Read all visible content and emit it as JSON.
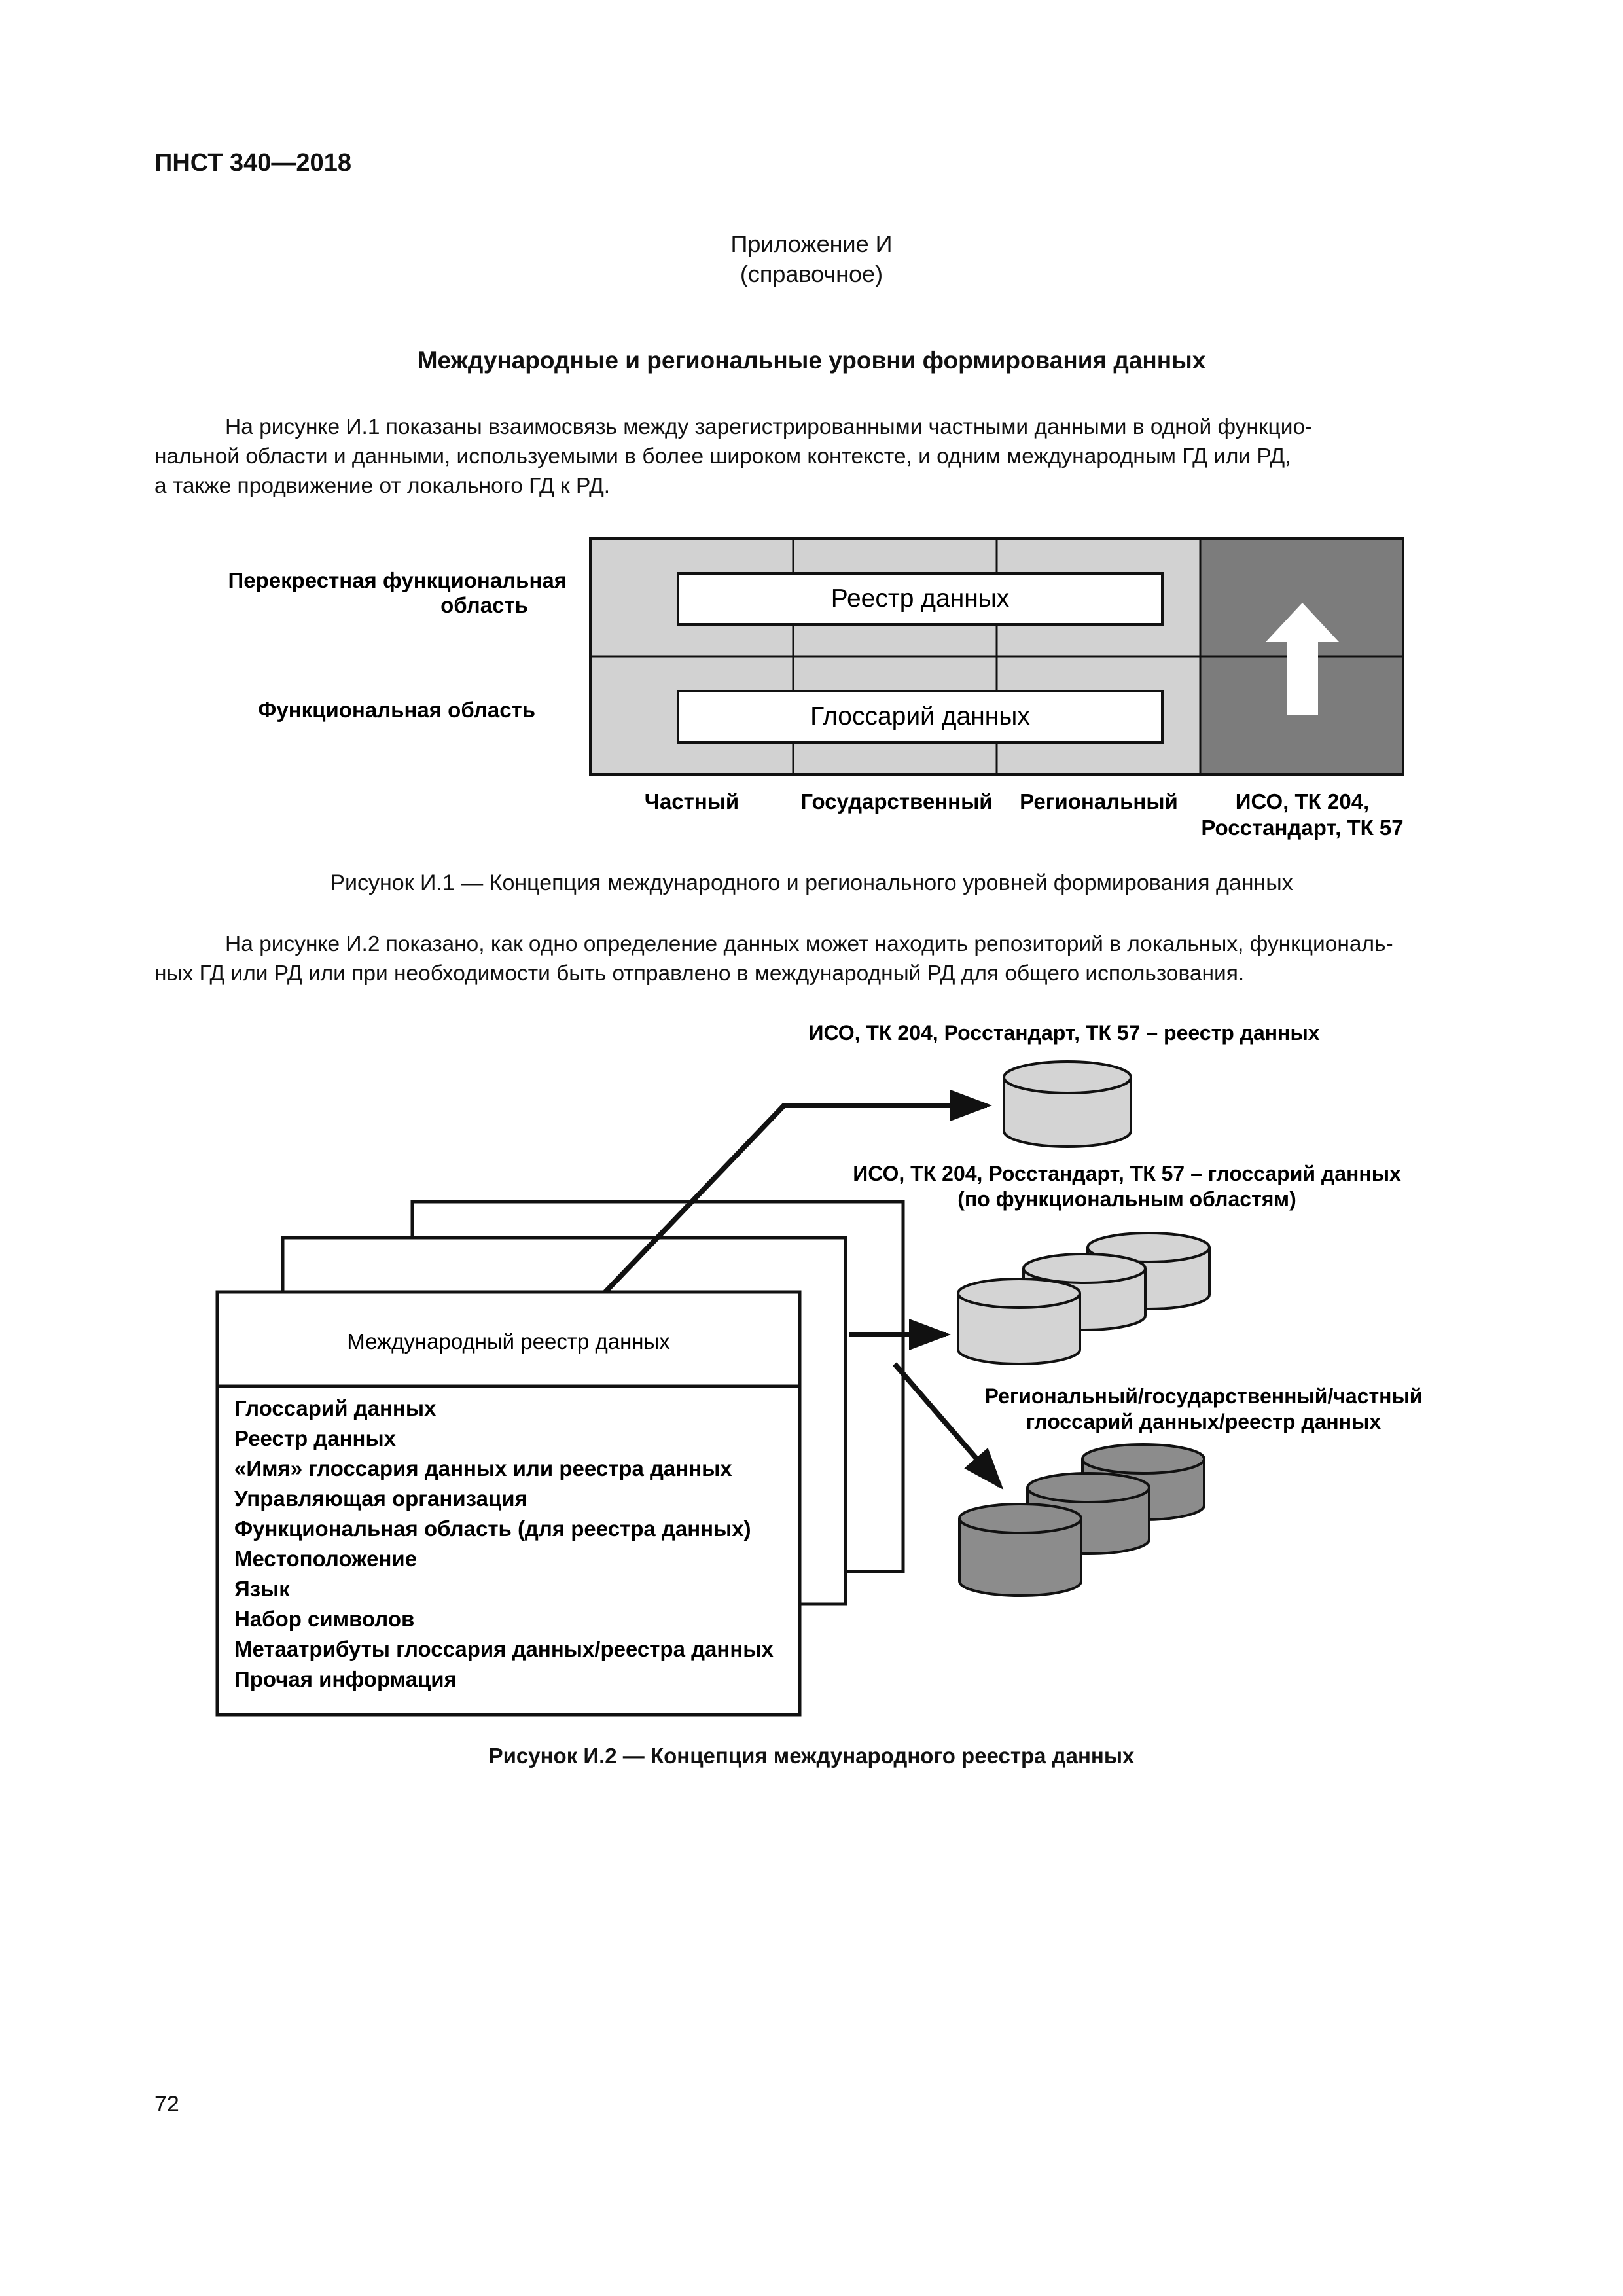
{
  "header": {
    "doc_code": "ПНСТ 340—2018"
  },
  "appendix": {
    "title": "Приложение И",
    "kind": "(справочное)"
  },
  "section_title": "Международные и региональные уровни формирования данных",
  "paragraph1": {
    "line1": "На рисунке И.1 показаны взаимосвязь между зарегистрированными частными данными в одной функцио-",
    "line2": "нальной области и данными, используемыми в более широком контексте, и одним международным ГД или РД,",
    "line3": "а также продвижение от локального ГД к РД."
  },
  "figure1": {
    "row_labels": {
      "cross_line1": "Перекрестная функциональная",
      "cross_line2": "область",
      "functional": "Функциональная область"
    },
    "bars": {
      "registry": "Реестр данных",
      "glossary": "Глоссарий данных"
    },
    "columns": {
      "private": "Частный",
      "state": "Государственный",
      "regional": "Региональный",
      "intl_line1": "ИСО, ТК 204,",
      "intl_line2": "Росстандарт, ТК 57"
    },
    "caption": "Рисунок И.1 — Концепция международного и регионального уровней формирования данных",
    "colors": {
      "cell_fill": "#d2d2d2",
      "dark_fill": "#7c7c7c",
      "arrow": "#ffffff"
    },
    "icons": [
      "up-arrow-icon"
    ]
  },
  "paragraph2": {
    "line1": "На рисунке И.2 показано, как одно определение данных может находить репозиторий в локальных, функциональ-",
    "line2": "ных ГД или РД или при необходимости быть отправлено в международный РД для общего использования."
  },
  "figure2": {
    "top_label": "ИСО, ТК 204, Росстандарт, ТК 57 – реестр данных",
    "mid_label_line1": "ИСО, ТК 204, Росстандарт, ТК 57 – глоссарий данных",
    "mid_label_line2": "(по функциональным областям)",
    "bottom_label_line1": "Региональный/государственный/частный",
    "bottom_label_line2": "глоссарий данных/реестр данных",
    "card_title": "Международный реестр данных",
    "card_items": [
      "Глоссарий данных",
      "Реестр данных",
      "«Имя» глоссария данных или реестра данных",
      "Управляющая организация",
      "Функциональная область (для реестра данных)",
      "Местоположение",
      "Язык",
      "Набор символов",
      "Метаатрибуты глоссария данных/реестра данных",
      "Прочая информация"
    ],
    "caption": "Рисунок И.2 — Концепция международного реестра данных",
    "colors": {
      "light_cylinder": "#d4d4d4",
      "dark_cylinder": "#8c8c8c"
    },
    "icons": [
      "database-cylinder-icon",
      "arrow-right-icon"
    ]
  },
  "page_number": "72"
}
